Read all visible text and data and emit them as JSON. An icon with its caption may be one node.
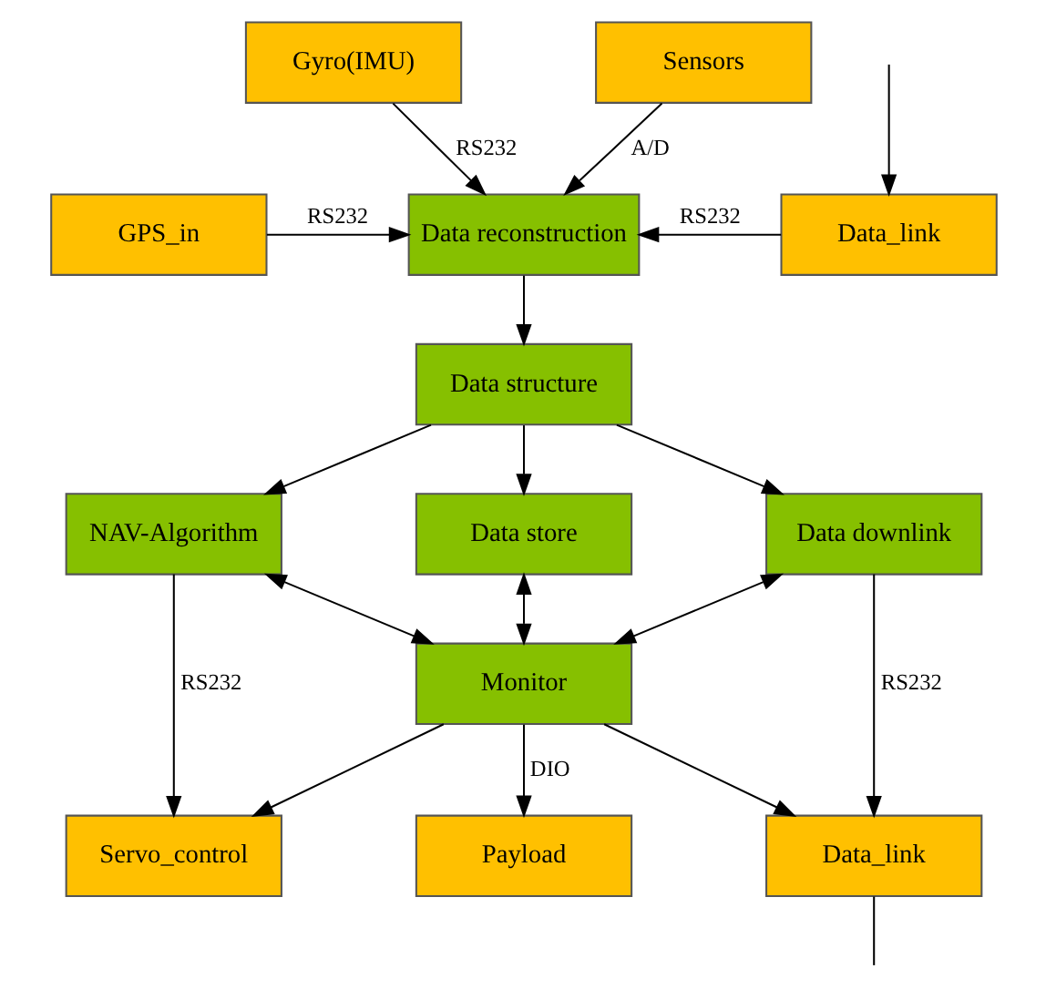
{
  "diagram": {
    "nodes": [
      {
        "text": [
          "Gyro(IMU)"
        ]
      },
      {
        "text": [
          "Sensors"
        ]
      },
      {
        "text": [
          "GPS_in"
        ]
      },
      {
        "text": [
          "Data reconstruction"
        ]
      },
      {
        "text": [
          "Data_link"
        ]
      },
      {
        "text": [
          "Data structure"
        ]
      },
      {
        "text": [
          "NAV-Algorithm"
        ]
      },
      {
        "text": [
          "Data store"
        ]
      },
      {
        "text": [
          "Data downlink"
        ]
      },
      {
        "text": [
          "Monitor"
        ]
      },
      {
        "text": [
          "Servo_control"
        ]
      },
      {
        "text": [
          "Payload"
        ]
      },
      {
        "text": [
          "Data_link"
        ]
      }
    ],
    "edges": [
      {
        "from": 0,
        "to": 3,
        "arrow": "to",
        "label": "RS232"
      },
      {
        "from": 1,
        "to": 3,
        "arrow": "to",
        "label": "A/D"
      },
      {
        "from": 2,
        "to": 3,
        "arrow": "to",
        "label": "RS232"
      },
      {
        "from": 4,
        "to": 3,
        "arrow": "to",
        "label": "RS232"
      },
      {
        "from": null,
        "to": 4,
        "arrow": "to"
      },
      {
        "from": 3,
        "to": 5,
        "arrow": "to"
      },
      {
        "from": 5,
        "to": 6,
        "arrow": "to"
      },
      {
        "from": 5,
        "to": 7,
        "arrow": "to"
      },
      {
        "from": 5,
        "to": 8,
        "arrow": "to"
      },
      {
        "from": 6,
        "to": 9,
        "arrow": "both"
      },
      {
        "from": 7,
        "to": 9,
        "arrow": "both"
      },
      {
        "from": 8,
        "to": 9,
        "arrow": "both"
      },
      {
        "from": 6,
        "to": 10,
        "arrow": "to",
        "label": "RS232"
      },
      {
        "from": 9,
        "to": 10,
        "arrow": "to"
      },
      {
        "from": 9,
        "to": 11,
        "arrow": "to",
        "label": "DIO"
      },
      {
        "from": 9,
        "to": 12,
        "arrow": "to"
      },
      {
        "from": 8,
        "to": 12,
        "arrow": "to",
        "label": "RS232"
      },
      {
        "from": 12,
        "to": null,
        "arrow": "none"
      }
    ]
  }
}
